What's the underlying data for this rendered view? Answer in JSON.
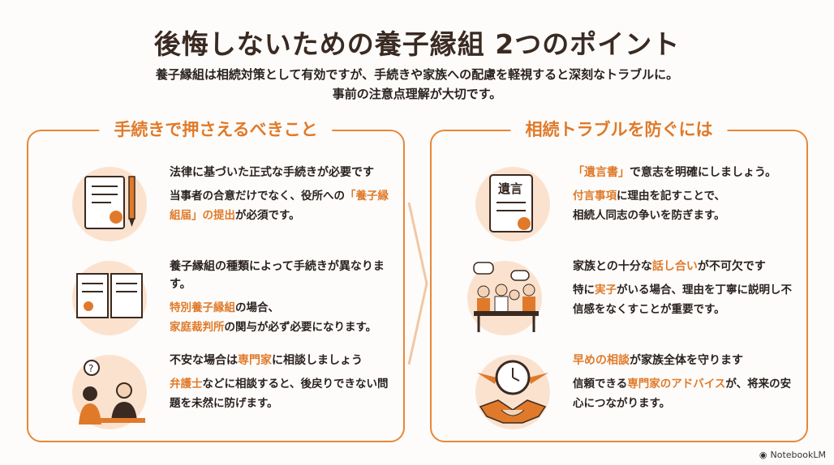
{
  "header": {
    "title": "後悔しないための養子縁組 2つのポイント",
    "subtitle_line1": "養子縁組は相続対策として有効ですが、手続きや家族への配慮を軽視すると深刻なトラブルに。",
    "subtitle_line2": "事前の注意点理解が大切です。"
  },
  "left": {
    "title": "手続きで押さえるべきこと",
    "items": [
      {
        "heading": [
          "法律に基づいた正式な手続きが必要です"
        ],
        "body": [
          "当事者の合意だけでなく、役所への",
          "「養子縁組届」の提出",
          "が必須です。"
        ]
      },
      {
        "heading": [
          "養子縁組の種類によって手続きが異なります。"
        ],
        "body": [
          "特別養子縁組",
          "の場合、",
          "家庭裁判所",
          "の関与が必ず必要になります。"
        ]
      },
      {
        "heading": [
          "不安な場合は",
          "専門家",
          "に相談しましょう"
        ],
        "body": [
          "弁護士",
          "などに相談すると、後戻りできない問題を未然に防げます。"
        ]
      }
    ]
  },
  "right": {
    "title": "相続トラブルを防ぐには",
    "items": [
      {
        "heading": [
          "「遺言書」",
          "で意志を明確にしましょう。"
        ],
        "body": [
          "付言事項",
          "に理由を記すことで、",
          "相続人同志の争いを防ぎます。"
        ],
        "icon_text": "遺言"
      },
      {
        "heading": [
          "家族との十分な",
          "話し合い",
          "が不可欠です"
        ],
        "body": [
          "特に",
          "実子",
          "がいる場合、理由を丁寧に説明し不信感をなくすことが重要です。"
        ]
      },
      {
        "heading": [
          "早めの相談",
          "が家族全体を守ります"
        ],
        "body": [
          "信頼できる",
          "専門家のアドバイス",
          "が、将来の安心につながります。"
        ]
      }
    ]
  },
  "footer": {
    "brand": "NotebookLM"
  },
  "colors": {
    "accent": "#e07a2a",
    "peach": "#fbe2cf"
  }
}
